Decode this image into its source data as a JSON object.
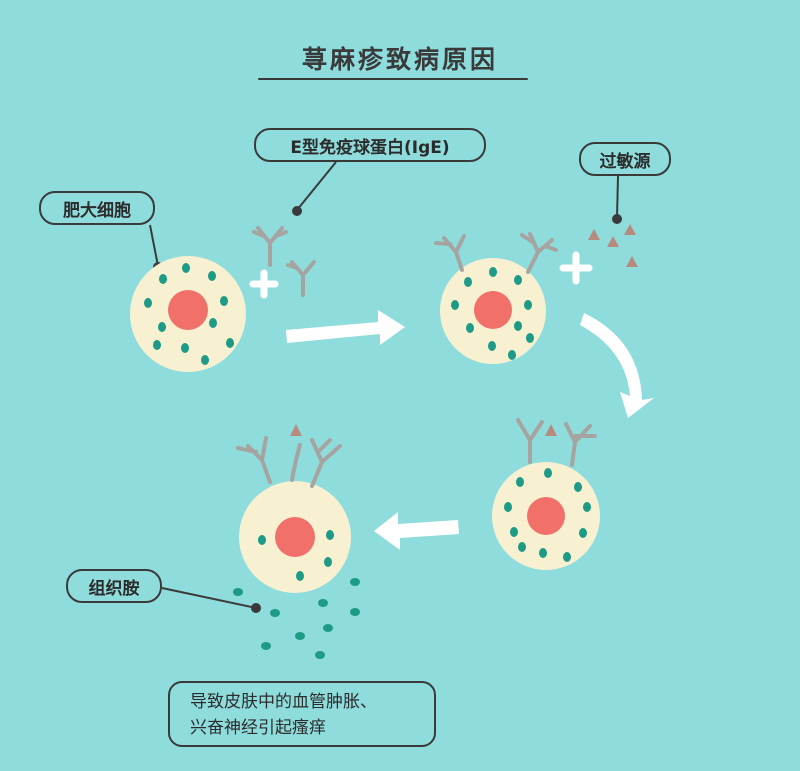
{
  "title": "荨麻疹致病原因",
  "labels": {
    "ige": "E型免疫球蛋白(IgE)",
    "allergen": "过敏源",
    "mast_cell": "肥大细胞",
    "histamine": "组织胺"
  },
  "description": {
    "line1": "导致皮肤中的血管肿胀、",
    "line2": "兴奋神经引起瘙痒"
  },
  "colors": {
    "background": "#8fdcdc",
    "cell": "#f7f1d2",
    "nucleus": "#f2706a",
    "granule": "#1e9b86",
    "antibody": "#a6a4a0",
    "allergen": "#b78a80",
    "arrow": "#ffffff"
  }
}
